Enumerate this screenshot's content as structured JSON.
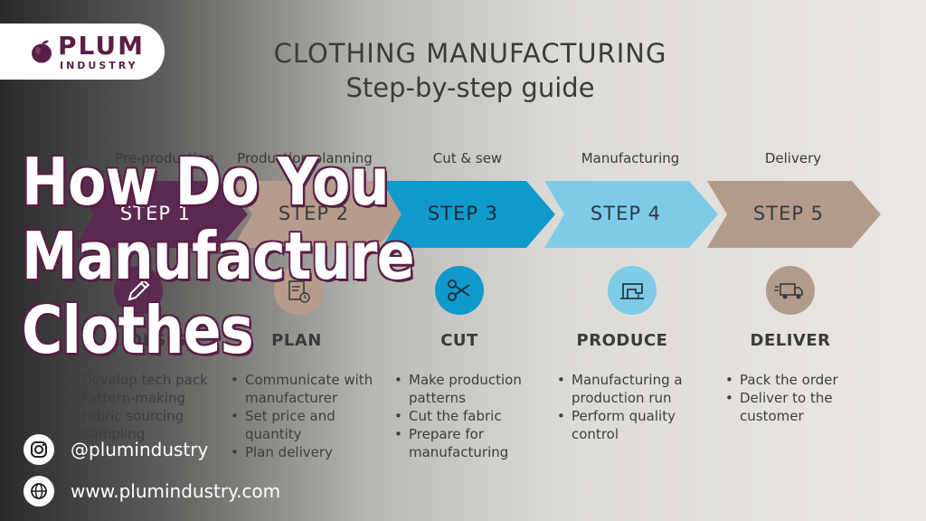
{
  "logo": {
    "word": "PLUM",
    "sub": "INDUSTRY",
    "brand_color": "#5a1f46"
  },
  "title": {
    "line1": "CLOTHING MANUFACTURING",
    "line2": "Step-by-step guide"
  },
  "steps": [
    {
      "phase": "Pre-production",
      "label": "STEP 1",
      "name": "DESIGN",
      "icon": "pencil-icon",
      "color": "#5b2a50",
      "bullets": [
        "Develop tech pack",
        "Pattern-making",
        "Fabric sourcing",
        "Sampling"
      ]
    },
    {
      "phase": "Production planning",
      "label": "STEP 2",
      "name": "PLAN",
      "icon": "clipboard-clock-icon",
      "color": "#b79c8c",
      "bullets": [
        "Communicate with manufacturer",
        "Set price and quantity",
        "Plan delivery"
      ]
    },
    {
      "phase": "Cut & sew",
      "label": "STEP 3",
      "name": "CUT",
      "icon": "scissors-icon",
      "color": "#0f9acb",
      "bullets": [
        "Make production patterns",
        "Cut the fabric",
        "Prepare for manufacturing"
      ]
    },
    {
      "phase": "Manufacturing",
      "label": "STEP 4",
      "name": "PRODUCE",
      "icon": "sewing-machine-icon",
      "color": "#7ecbe8",
      "bullets": [
        "Manufacturing a production run",
        "Perform quality control"
      ]
    },
    {
      "phase": "Delivery",
      "label": "STEP 5",
      "name": "DELIVER",
      "icon": "delivery-truck-icon",
      "color": "#b39b8b",
      "bullets": [
        "Pack the order",
        "Deliver to the customer"
      ]
    }
  ],
  "overlay": {
    "line1": "How Do You",
    "line2": "Manufacture",
    "line3": "Clothes"
  },
  "social": {
    "instagram": "@plumindustry",
    "website": "www.plumindustry.com"
  }
}
